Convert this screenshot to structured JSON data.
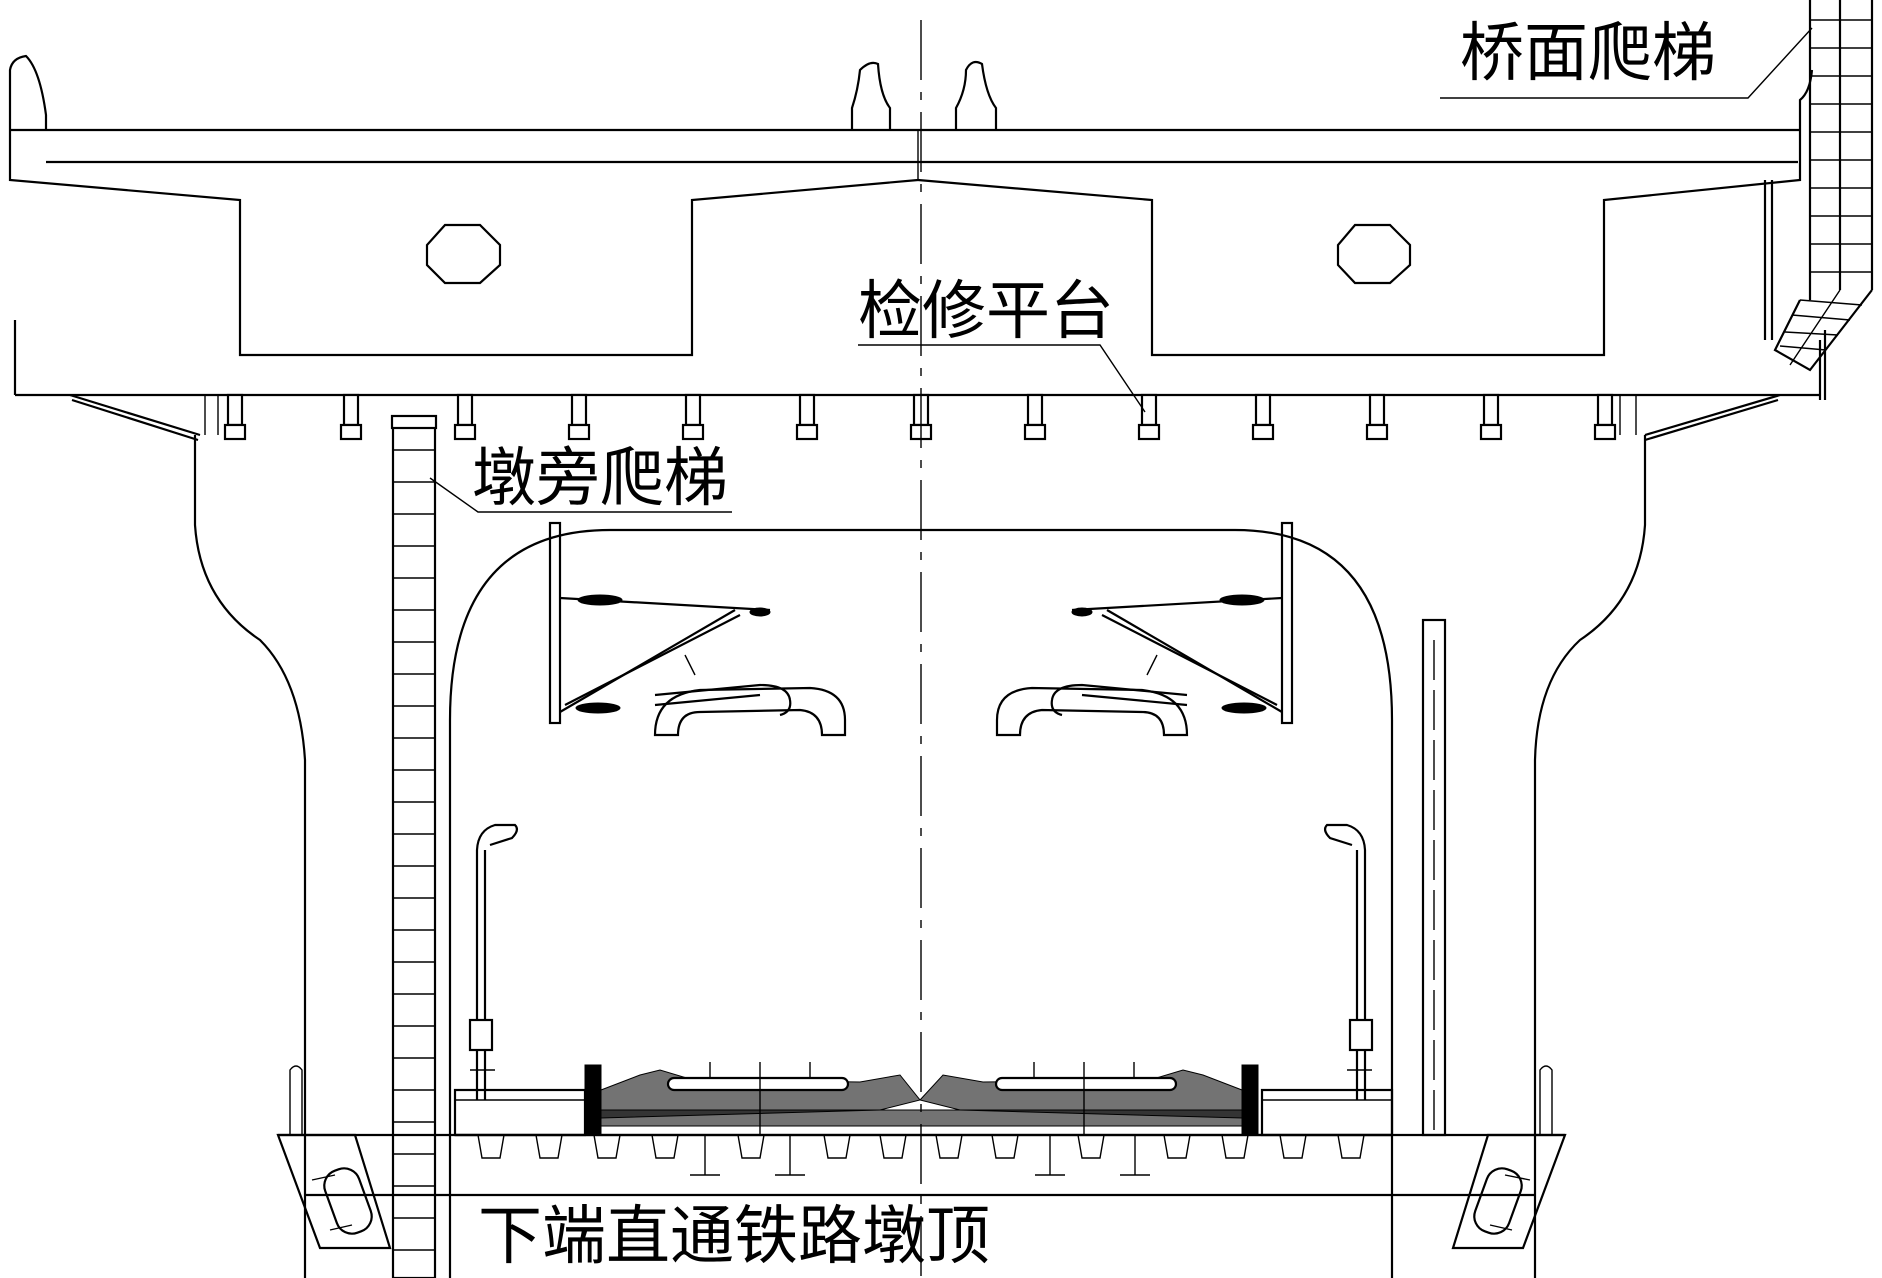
{
  "labels": {
    "deck_ladder": "桥面爬梯",
    "maintenance_platform": "检修平台",
    "pier_side_ladder": "墩旁爬梯",
    "railway_pier_top": "下端直通铁路墩顶"
  }
}
